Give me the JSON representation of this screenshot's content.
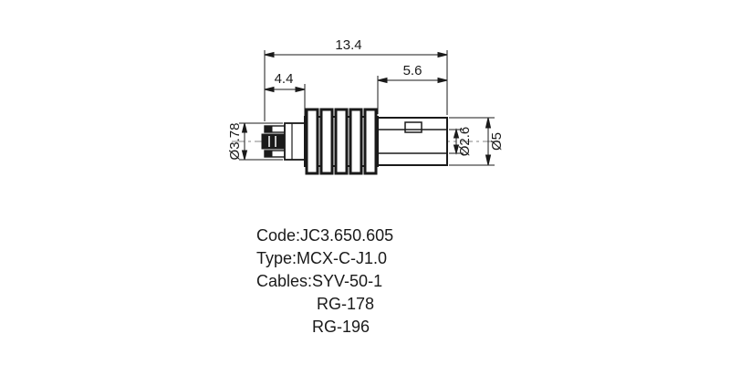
{
  "dimensions": {
    "overall_length": "13.4",
    "rear_length": "5.6",
    "front_length": "4.4",
    "front_diameter": "Ø3.78",
    "bore_diameter": "Ø2.6",
    "outer_diameter": "Ø5"
  },
  "notes": {
    "code": "Code:JC3.650.605",
    "type": "Type:MCX-C-J1.0",
    "cables": "Cables:SYV-50-1",
    "cable_alt1": "RG-178",
    "cable_alt2": "RG-196"
  },
  "colors": {
    "line": "#1a1a1a",
    "background": "#ffffff"
  }
}
